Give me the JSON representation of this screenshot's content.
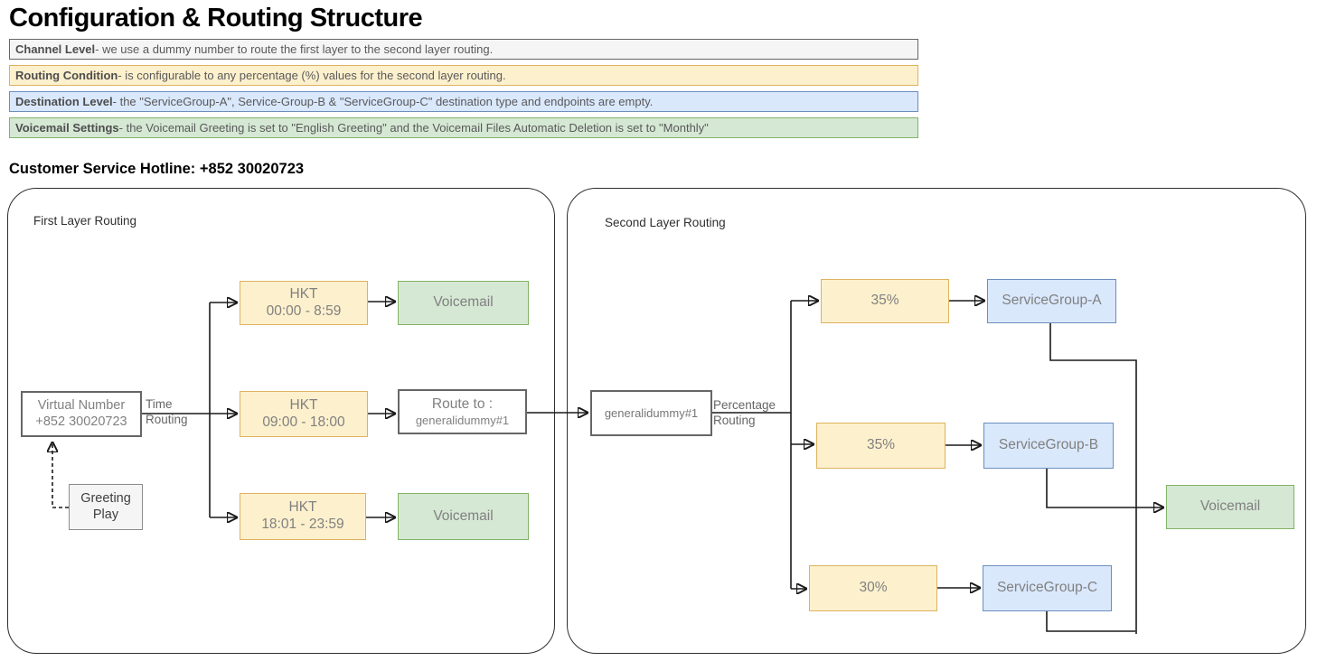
{
  "title": "Configuration & Routing Structure",
  "hotline": "Customer Service Hotline: +852 30020723",
  "legend": [
    {
      "term": "Channel Level",
      "rest": " - we use a dummy number to route the first layer to the second layer routing."
    },
    {
      "term": "Routing Condition",
      "rest": " - is configurable to any percentage (%) values for the second layer routing."
    },
    {
      "term": "Destination Level",
      "rest": " - the \"ServiceGroup-A\", Service-Group-B & \"ServiceGroup-C\" destination type and endpoints are empty."
    },
    {
      "term": "Voicemail Settings",
      "rest": " - the Voicemail Greeting is set to \"English Greeting\" and the Voicemail Files Automatic Deletion is set to \"Monthly\""
    }
  ],
  "first_layer": {
    "label": "First Layer Routing",
    "virtual_number": {
      "line1": "Virtual Number",
      "line2": "+852 30020723"
    },
    "greeting": {
      "line1": "Greeting",
      "line2": "Play"
    },
    "time_routing": {
      "line1": "Time",
      "line2": "Routing"
    },
    "hkt_morning": {
      "line1": "HKT",
      "line2": "00:00 - 8:59"
    },
    "hkt_day": {
      "line1": "HKT",
      "line2": "09:00 - 18:00"
    },
    "hkt_night": {
      "line1": "HKT",
      "line2": "18:01 - 23:59"
    },
    "voicemail_top": "Voicemail",
    "voicemail_bottom": "Voicemail",
    "route_to": {
      "line1": "Route to :",
      "line2": "generalidummy#1"
    }
  },
  "second_layer": {
    "label": "Second Layer Routing",
    "dummy": "generalidummy#1",
    "percentage_routing": {
      "line1": "Percentage",
      "line2": "Routing"
    },
    "pct_a": "35%",
    "pct_b": "35%",
    "pct_c": "30%",
    "sg_a": "ServiceGroup-A",
    "sg_b": "ServiceGroup-B",
    "sg_c": "ServiceGroup-C",
    "voicemail": "Voicemail"
  },
  "colors": {
    "orange_fill": "#fdf0cd",
    "orange_stroke": "#ddb35f",
    "blue_fill": "#dae8fc",
    "blue_stroke": "#6c8ebf",
    "green_fill": "#d5e8d4",
    "green_stroke": "#82b366",
    "gray_fill": "#f5f5f5",
    "gray_stroke": "#666666",
    "edge": "#1a1a1a"
  }
}
